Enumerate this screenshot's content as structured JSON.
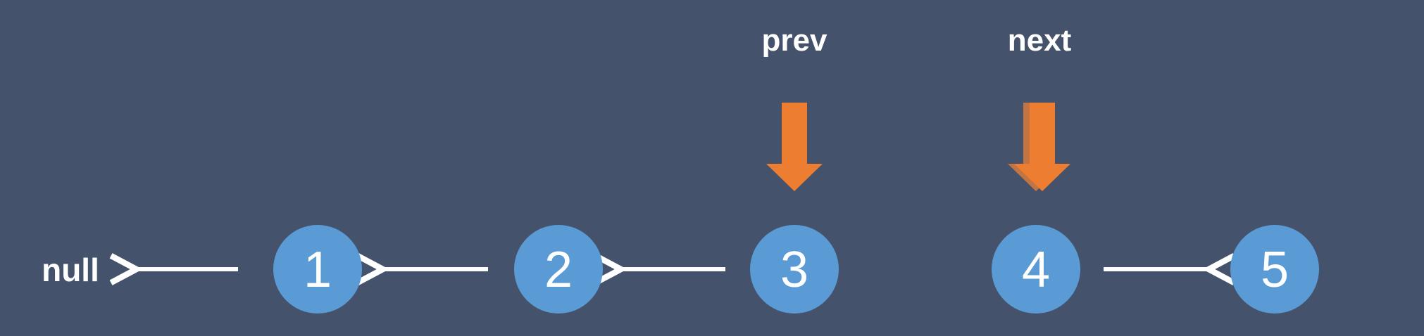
{
  "null_label": "null",
  "pointers": {
    "prev": "prev",
    "next": "next"
  },
  "nodes": [
    "1",
    "2",
    "3",
    "4",
    "5"
  ],
  "colors": {
    "background": "#45526b",
    "node": "#5b9bd5",
    "pointer": "#ed7d31",
    "link": "#ffffff"
  }
}
